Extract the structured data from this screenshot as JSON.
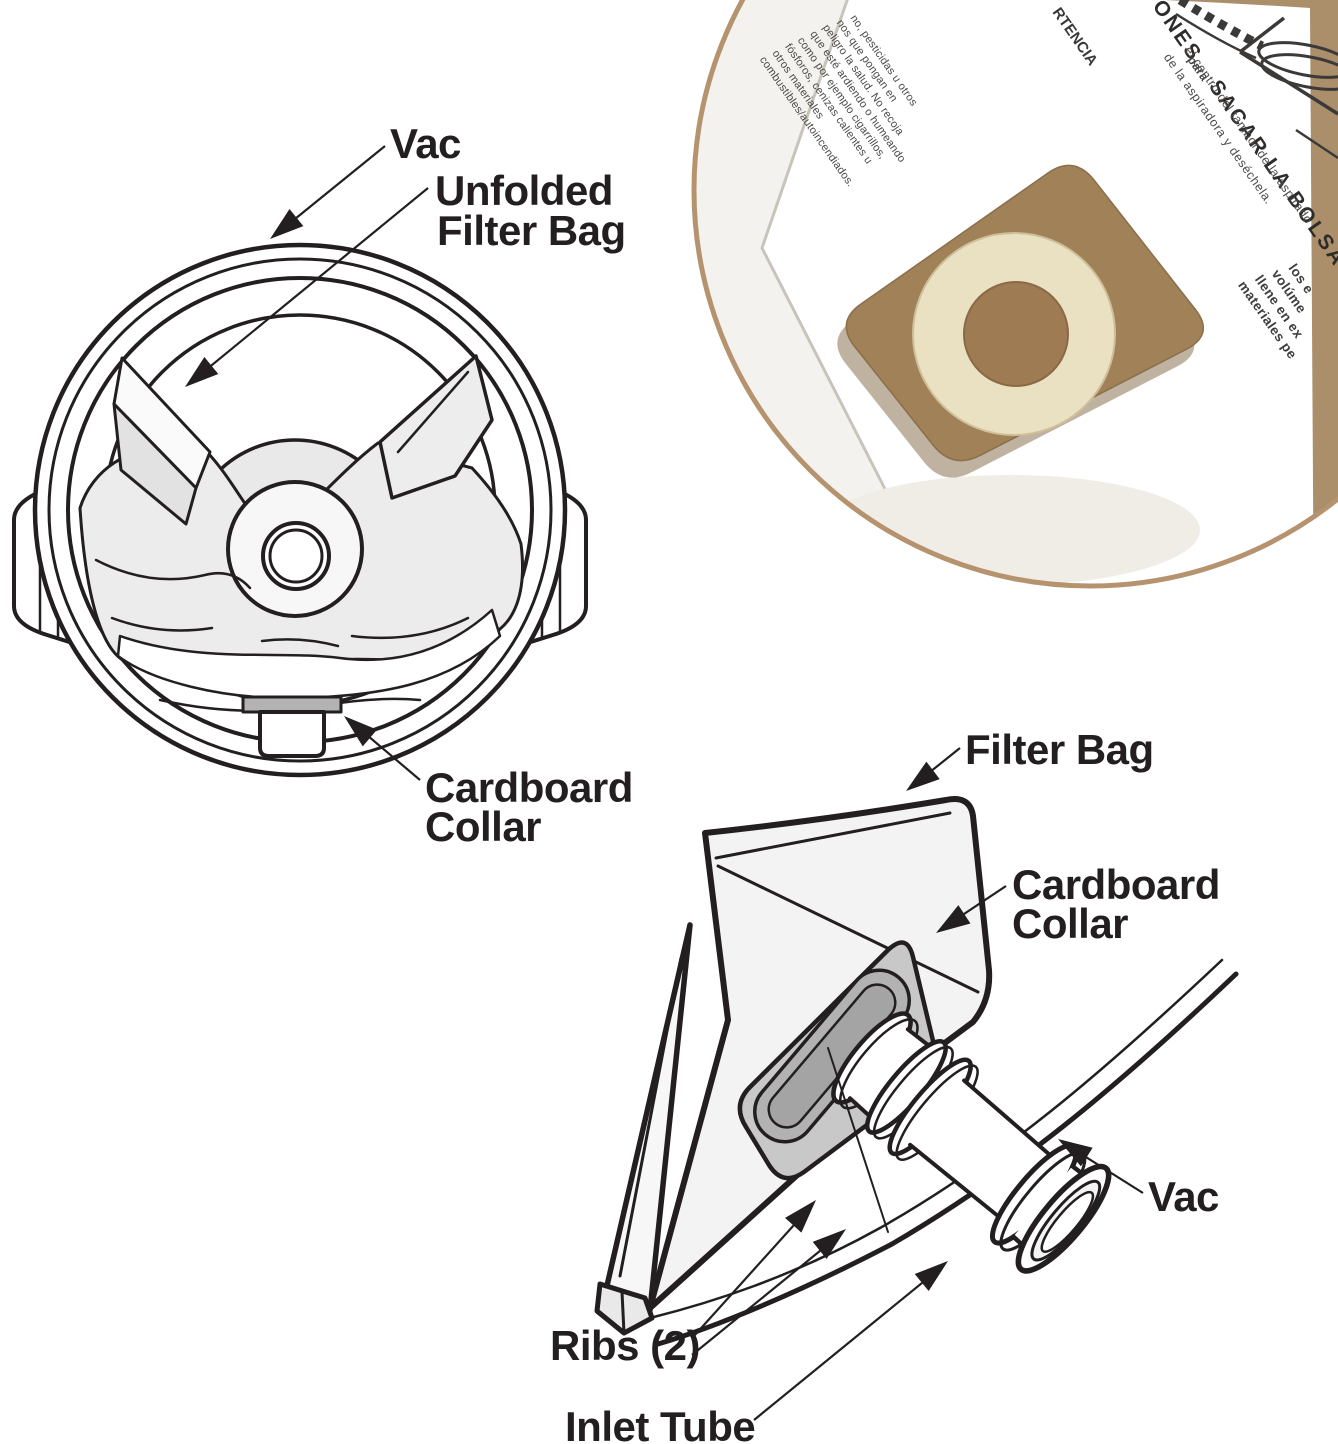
{
  "meta": {
    "description": "Shop vacuum filter bag installation diagram",
    "colors": {
      "line_art": "#231f20",
      "bag_fill_light": "#ededed",
      "bag_fill_white": "#f6f6f6",
      "collar_gray": "#c8c8c8",
      "slot_gray": "#b2b2b2",
      "drum_bar_gray": "#b3b3b3",
      "photo_circle_border": "#b5936f",
      "photo_table_brown": "#ab8e6a",
      "photo_cardboard_brown": "#a08158",
      "photo_ring_cream": "#eae0c2",
      "photo_ring_hole": "#9e7b52",
      "paper_white": "#ffffff"
    }
  },
  "tl": {
    "vac": "Vac",
    "unfolded1": "Unfolded",
    "unfolded2": "Filter Bag",
    "collar1": "Cardboard",
    "collar2": "Collar"
  },
  "br": {
    "filter_bag": "Filter Bag",
    "collar1": "Cardboard",
    "collar2": "Collar",
    "vac": "Vac",
    "ribs": "Ribs (2)",
    "inlet_tube": "Inlet Tube"
  },
  "photo": {
    "title_prefix": "ONES",
    "title_connector": "para",
    "title_main": "SACAR LA BOLSA",
    "warning_fragment": "RTENCIA",
    "subtitle_line1": "el centro del tambor de la aspirado",
    "subtitle_line2": "de la aspiradora y deséchela.",
    "small_text_lines": [
      "no, pesticidas u otros",
      "nos que pongan en",
      "peligro la salud. No recoja",
      "que esté ardiendo o humeando",
      "como por ejemplo cigarrillos,",
      "fósforos, cenizas calientes u",
      "otros materiales",
      "combustibles/autoincendiados."
    ],
    "bottom_fragments": [
      "los e",
      "volúme",
      "llene en ex",
      "materiales pe"
    ]
  }
}
